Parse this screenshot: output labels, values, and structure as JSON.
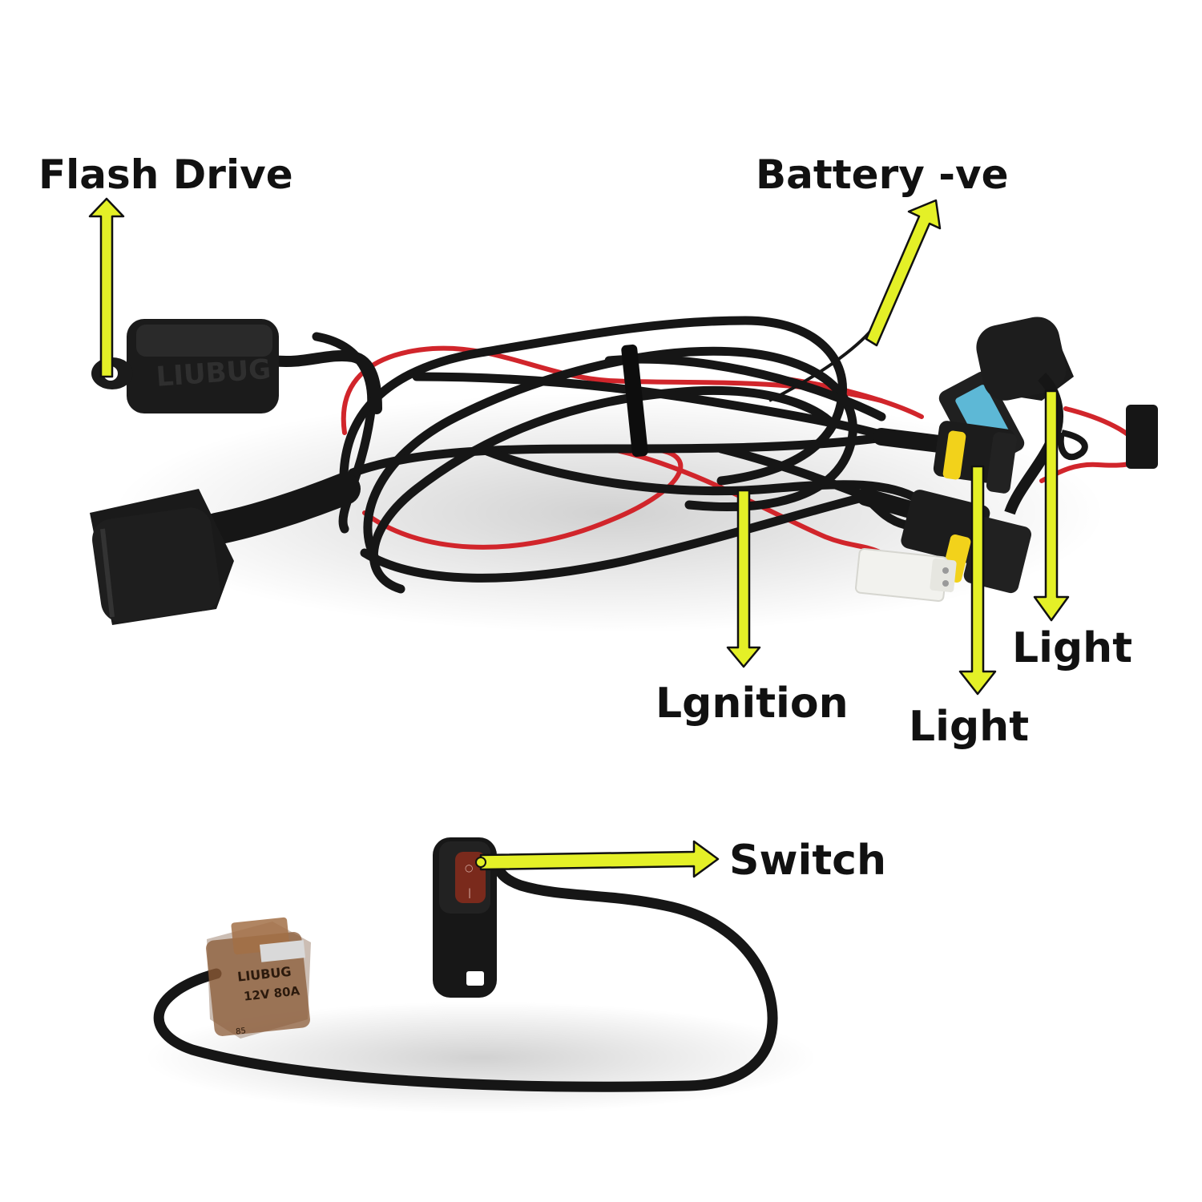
{
  "colors": {
    "background": "#ffffff",
    "arrow_fill": "#e4f027",
    "arrow_stroke": "#111111",
    "cable": "#161616",
    "red_wire": "#d1252b",
    "connector_yellow": "#f2d21b",
    "fuse_blue": "#5db8d6",
    "relay_amber": "#8a5a35",
    "connector_white": "#f2f2ee",
    "switch_rocker": "#7a2a1c"
  },
  "labels": {
    "flash_drive": "Flash Drive",
    "battery": "Battery -ve",
    "ignition": "Lgnition",
    "light_right": "Light",
    "light_left": "Light",
    "switch": "Switch"
  },
  "product_marks": {
    "flash_module_brand": "LIUBUG",
    "relay_brand": "LIUBUG",
    "relay_rating": "12V 80A",
    "relay_pin": "85"
  },
  "icons": {
    "arrow": "arrow-icon"
  }
}
